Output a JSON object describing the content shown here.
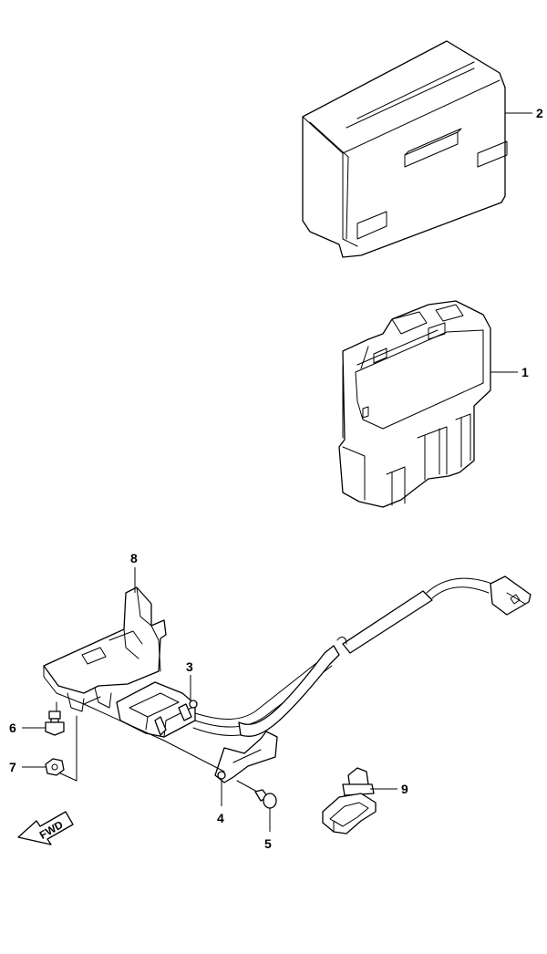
{
  "callouts": {
    "c1": "1",
    "c2": "2",
    "c3": "3",
    "c4": "4",
    "c5": "5",
    "c6": "6",
    "c7": "7",
    "c8": "8",
    "c9": "9"
  },
  "fwd_label": "FWD",
  "line_color": "#000000",
  "background": "#ffffff"
}
